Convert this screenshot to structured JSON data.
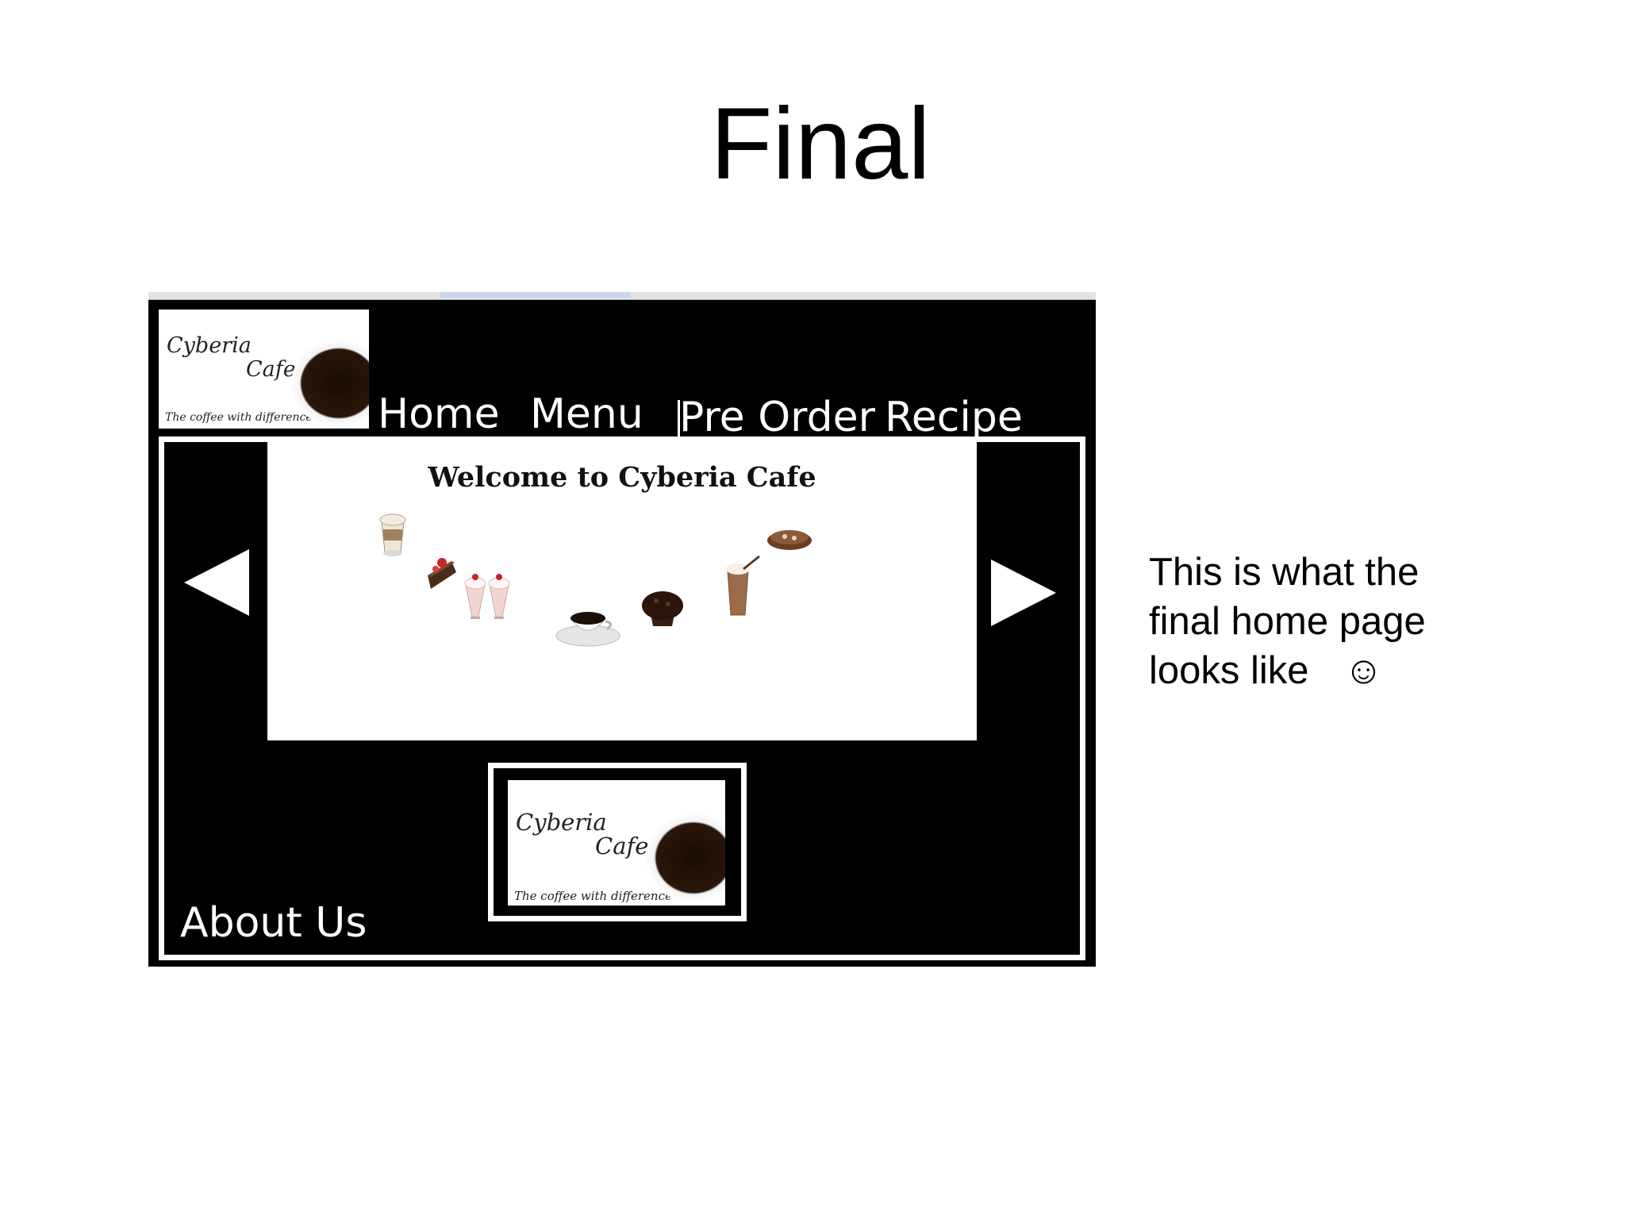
{
  "slide": {
    "title": "Final",
    "note_line1": "This is what the",
    "note_line2": "final home page",
    "note_line3": "looks like",
    "note_smiley": "☺"
  },
  "site": {
    "logo": {
      "line1": "Cyberia",
      "line2": "Cafe",
      "tagline": "The coffee with difference"
    },
    "nav": {
      "home": "Home",
      "menu": "Menu",
      "pre_order": "Pre Order",
      "recipe": "Recipe"
    },
    "slider": {
      "heading": "Welcome to Cyberia Cafe",
      "items": [
        "latte-glass",
        "cake-slice",
        "milkshakes",
        "coffee-cup",
        "muffin",
        "iced-mocha",
        "cookie"
      ]
    },
    "footer": {
      "about": "About Us"
    }
  },
  "colors": {
    "site_background": "#000000",
    "nav_text": "#ffffff",
    "slide_background": "#ffffff"
  }
}
